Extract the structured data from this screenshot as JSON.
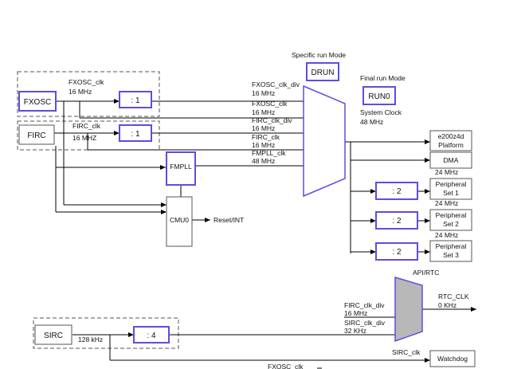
{
  "headers": {
    "specific_run_mode": "Specific run Mode",
    "final_run_mode": "Final run Mode",
    "system_clock": "System Clock",
    "system_clock_freq": "48 MHz",
    "api_rtc": "API/RTC"
  },
  "mode_boxes": {
    "drun": "DRUN",
    "run0": "RUN0"
  },
  "sources": {
    "fxosc": "FXOSC",
    "fxosc_clk": "FXOSC_clk",
    "fxosc_freq": "16 MHz",
    "firc": "FIRC",
    "firc_clk": "FIRC_clk",
    "firc_freq": "16 MHZ",
    "sirc": "SIRC",
    "sirc_freq": "128 kHz"
  },
  "dividers": {
    "fxosc_div": ": 1",
    "firc_div": ": 1",
    "sirc_div": ": 4",
    "p1_div": ": 2",
    "p2_div": ": 2",
    "p3_div": ": 2"
  },
  "blocks": {
    "fmpll": "FMPLL",
    "cmu0": "CMU0",
    "reset_int": "Reset/INT"
  },
  "mux_inputs": {
    "in1": "FXOSC_clk_div",
    "in1_freq": "16 MHz",
    "in2": "FXOSC_clk",
    "in2_freq": "16 MHz",
    "in3": "FIRC_clk_div",
    "in3_freq": "16 MHz",
    "in4": "FIRC_clk",
    "in4_freq": "16 MHz",
    "in5": "FMPLL_clk",
    "in5_freq": "48 MHz"
  },
  "outputs": {
    "platform_l1": "e200z4d",
    "platform_l2": "Platform",
    "dma": "DMA",
    "p1_freq": "24 MHz",
    "p1_l1": "Peripheral",
    "p1_l2": "Set 1",
    "p2_freq": "24 MHz",
    "p2_l1": "Peripheral",
    "p2_l2": "Set 2",
    "p3_freq": "24 MHz",
    "p3_l1": "Peripheral",
    "p3_l2": "Set 3"
  },
  "rtc": {
    "in1": "FIRC_clk_div",
    "in1_freq": "16 MHz",
    "in2": "SIRC_clk_div",
    "in2_freq": "32 KHz",
    "out": "RTC_CLK",
    "out_freq": "0 KHz"
  },
  "watchdog": {
    "sirc_clk": "SIRC_clk",
    "label": "Watchdog"
  },
  "bottom_cut_label": "FXOSC_clk",
  "colors": {
    "highlight_border": "#5b4ee0",
    "mux_fill_rtc": "#b8b8b8",
    "line": "#000000"
  }
}
